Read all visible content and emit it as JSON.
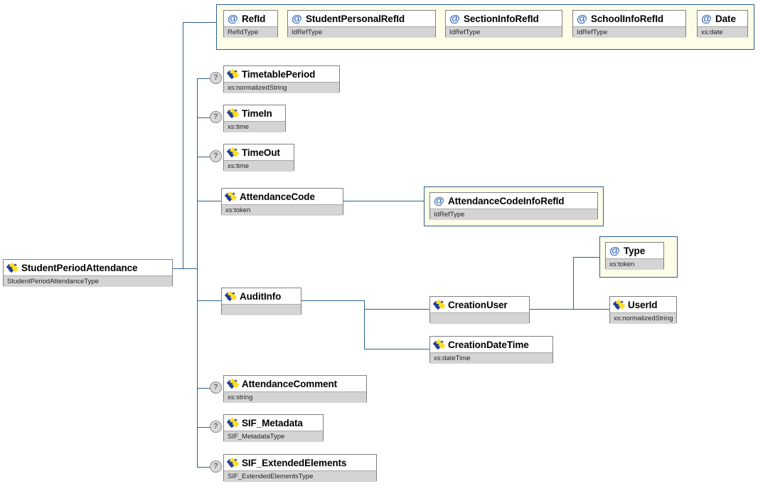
{
  "diagram": {
    "title": "StudentPeriodAttendance XML Schema Diagram",
    "icons": {
      "element": "element-icon",
      "attribute": "attribute-icon",
      "optional": "optional-badge-icon"
    },
    "optional_marker": "?",
    "attribute_marker": "@",
    "colors": {
      "line": "#2e5f8a",
      "node_border": "#808080",
      "subtitle_bg": "#d4d4d4",
      "attr_group_bg": "#fdfde8",
      "attr_group_border": "#2e5f8a",
      "icon_yellow": "#ffdd22",
      "icon_blue": "#1f3f96",
      "attr_glyph": "#2a5db0"
    }
  },
  "root": {
    "name": "StudentPeriodAttendance",
    "type": "StudentPeriodAttendanceType",
    "kind": "element"
  },
  "attributes": [
    {
      "name": "RefId",
      "type": "RefIdType",
      "kind": "attribute"
    },
    {
      "name": "StudentPersonalRefId",
      "type": "IdRefType",
      "kind": "attribute"
    },
    {
      "name": "SectionInfoRefId",
      "type": "IdRefType",
      "kind": "attribute"
    },
    {
      "name": "SchoolInfoRefId",
      "type": "IdRefType",
      "kind": "attribute"
    },
    {
      "name": "Date",
      "type": "xs:date",
      "kind": "attribute"
    }
  ],
  "children": [
    {
      "name": "TimetablePeriod",
      "type": "xs:normalizedString",
      "kind": "element",
      "optional": true
    },
    {
      "name": "TimeIn",
      "type": "xs:time",
      "kind": "element",
      "optional": true
    },
    {
      "name": "TimeOut",
      "type": "xs:time",
      "kind": "element",
      "optional": true
    },
    {
      "name": "AttendanceCode",
      "type": "xs:token",
      "kind": "element",
      "optional": false
    },
    {
      "name": "AuditInfo",
      "type": "",
      "kind": "element",
      "optional": false
    },
    {
      "name": "AttendanceComment",
      "type": "xs:string",
      "kind": "element",
      "optional": true
    },
    {
      "name": "SIF_Metadata",
      "type": "SIF_MetadataType",
      "kind": "element",
      "optional": true
    },
    {
      "name": "SIF_ExtendedElements",
      "type": "SIF_ExtendedElementsType",
      "kind": "element",
      "optional": true
    }
  ],
  "attendance_code_children": [
    {
      "name": "AttendanceCodeInfoRefId",
      "type": "IdRefType",
      "kind": "attribute"
    }
  ],
  "audit_info_children": [
    {
      "name": "CreationUser",
      "type": "",
      "kind": "element"
    },
    {
      "name": "CreationDateTime",
      "type": "xs:dateTime",
      "kind": "element"
    }
  ],
  "creation_user_children": [
    {
      "name": "Type",
      "type": "xs:token",
      "kind": "attribute"
    },
    {
      "name": "UserId",
      "type": "xs:normalizedString",
      "kind": "element"
    }
  ]
}
